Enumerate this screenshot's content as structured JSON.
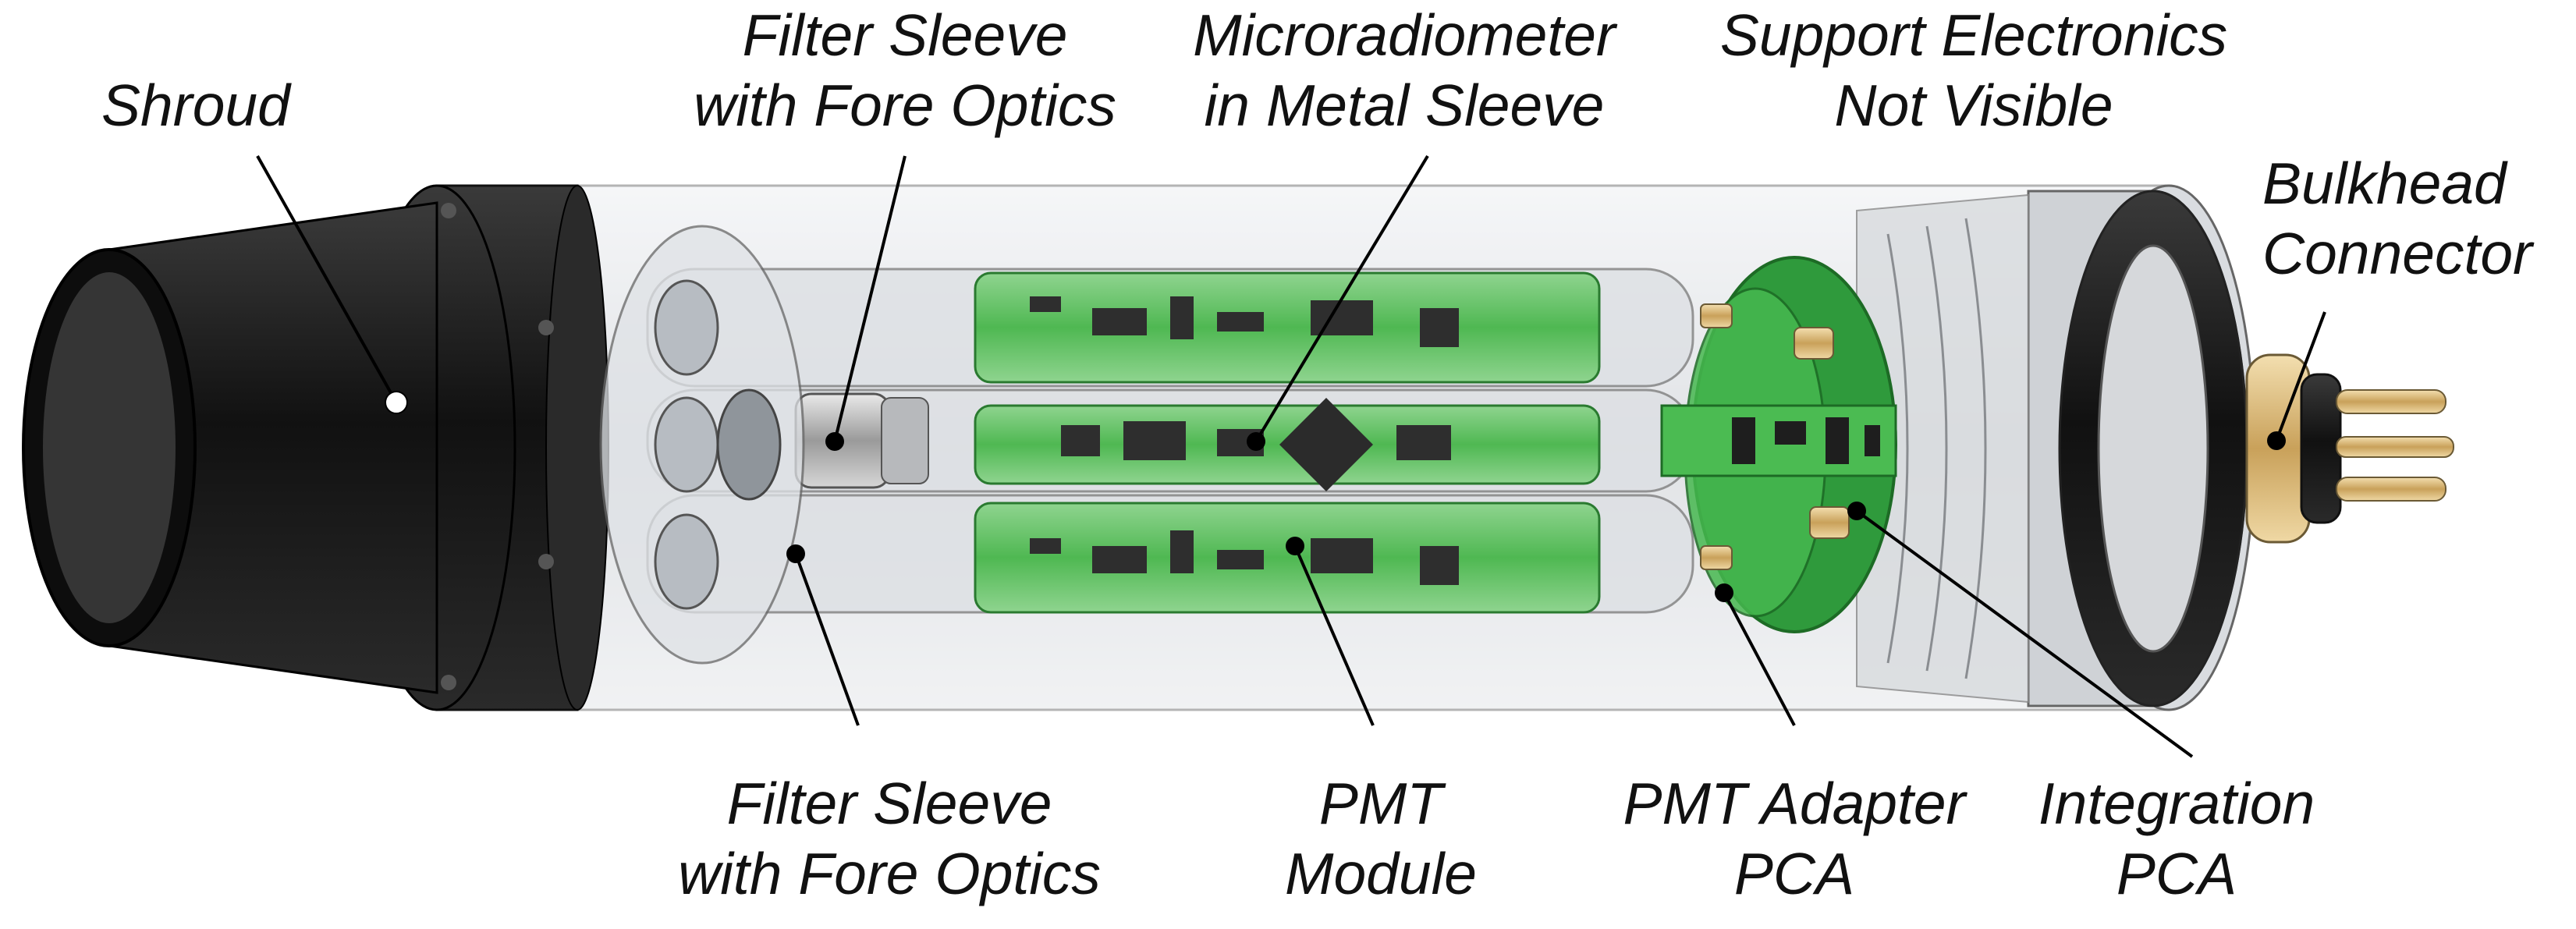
{
  "labels": {
    "shroud": "Shroud",
    "filter_top_1": "Filter Sleeve",
    "filter_top_2": "with Fore Optics",
    "microradiometer_1": "Microradiometer",
    "microradiometer_2": "in Metal Sleeve",
    "support_1": "Support Electronics",
    "support_2": "Not Visible",
    "bulkhead_1": "Bulkhead",
    "bulkhead_2": "Connector",
    "filter_bottom_1": "Filter Sleeve",
    "filter_bottom_2": "with Fore Optics",
    "pmt_1": "PMT",
    "pmt_2": "Module",
    "pmt_adapter_1": "PMT Adapter",
    "pmt_adapter_2": "PCA",
    "integration_1": "Integration",
    "integration_2": "PCA"
  },
  "colors": {
    "housing_dark": "#151515",
    "glass": "#cfd3d8",
    "pcb_green": "#3fbf4a",
    "pcb_dark": "#1d6b25",
    "gold_pins": "#c9a15a",
    "label_text": "#111111"
  }
}
